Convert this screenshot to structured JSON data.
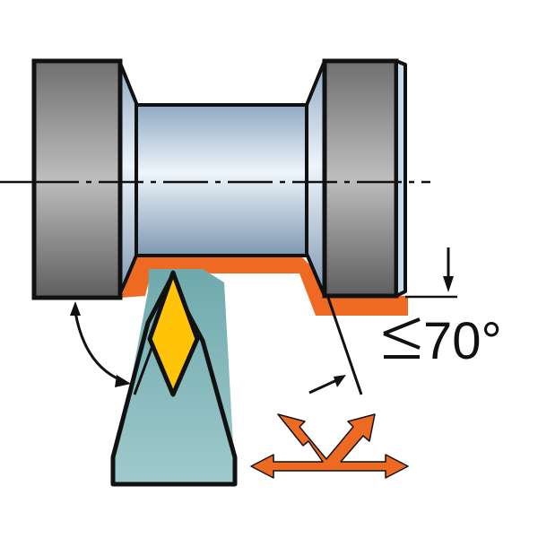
{
  "diagram": {
    "subject": "Turning tool profiling a workpiece with a recessed groove",
    "angle_label": "≤ 70°",
    "colors": {
      "workpiece_flange": "#7a7a7a",
      "workpiece_shaft": "#b7cde0",
      "cut_profile": "#ee6a22",
      "insert": "#ffc408",
      "tool_holder": "#8fc0c2",
      "outline": "#111111",
      "feed_arrows": "#ee6a22"
    },
    "elements": [
      "left-flange",
      "shaft",
      "right-flange",
      "center-line",
      "orange-cut-profile",
      "tool-holder",
      "diamond-insert",
      "clearance-angle-arrow",
      "depth-indicator-arrow",
      "plunge-angle-line",
      "feed-direction-arrows"
    ]
  }
}
